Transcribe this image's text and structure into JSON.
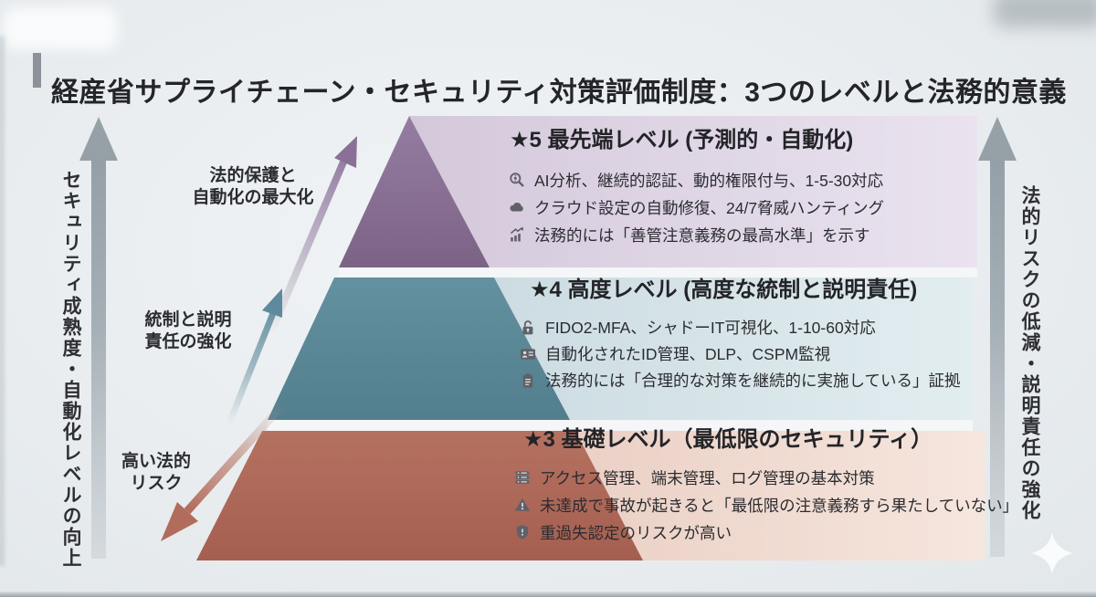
{
  "title": "経産省サプライチェーン・セキュリティ対策評価制度：3つのレベルと法務的意義",
  "axes": {
    "left": "セキュリティ成熟度・自動化レベルの向上",
    "right": "法的リスクの低減・説明責任の強化"
  },
  "annotations": {
    "top": {
      "line1": "法的保護と",
      "line2": "自動化の最大化"
    },
    "middle": {
      "line1": "統制と説明",
      "line2": "責任の強化"
    },
    "bottom": {
      "line1": "高い法的",
      "line2": "リスク"
    }
  },
  "levels": [
    {
      "rank": "5",
      "title": "★5 最先端レベル (予測的・自動化)",
      "color": "#8b7699",
      "band_color": "#d8cce0",
      "bullets": [
        {
          "icon": "ai-scan-icon",
          "text": "AI分析、継続的認証、動的権限付与、1-5-30対応"
        },
        {
          "icon": "cloud-icon",
          "text": "クラウド設定の自動修復、24/7脅威ハンティング"
        },
        {
          "icon": "growth-chart-icon",
          "text": "法務的には「善管注意義務の最高水準」を示す"
        }
      ]
    },
    {
      "rank": "4",
      "title": "★4 高度レベル (高度な統制と説明責任)",
      "color": "#5d8b9d",
      "band_color": "#cfdfe4",
      "bullets": [
        {
          "icon": "lock-icon",
          "text": "FIDO2-MFA、シャドーIT可視化、1-10-60対応"
        },
        {
          "icon": "id-card-icon",
          "text": "自動化されたID管理、DLP、CSPM監視"
        },
        {
          "icon": "clipboard-icon",
          "text": "法務的には「合理的な対策を継続的に実施している」証拠"
        }
      ]
    },
    {
      "rank": "3",
      "title": "★3 基礎レベル（最低限のセキュリティ）",
      "color": "#af6a5b",
      "band_color": "#edd3c8",
      "bullets": [
        {
          "icon": "server-icon",
          "text": "アクセス管理、端末管理、ログ管理の基本対策"
        },
        {
          "icon": "warning-icon",
          "text": "未達成で事故が起きると「最低限の注意義務すら果たしていない」"
        },
        {
          "icon": "shield-alert-icon",
          "text": "重過失認定のリスクが高い"
        }
      ]
    }
  ],
  "colors": {
    "background": "#e9edf0",
    "title_text": "#242529",
    "accent_bar": "#8b9299",
    "arrow_gray": "#98a2a9"
  }
}
